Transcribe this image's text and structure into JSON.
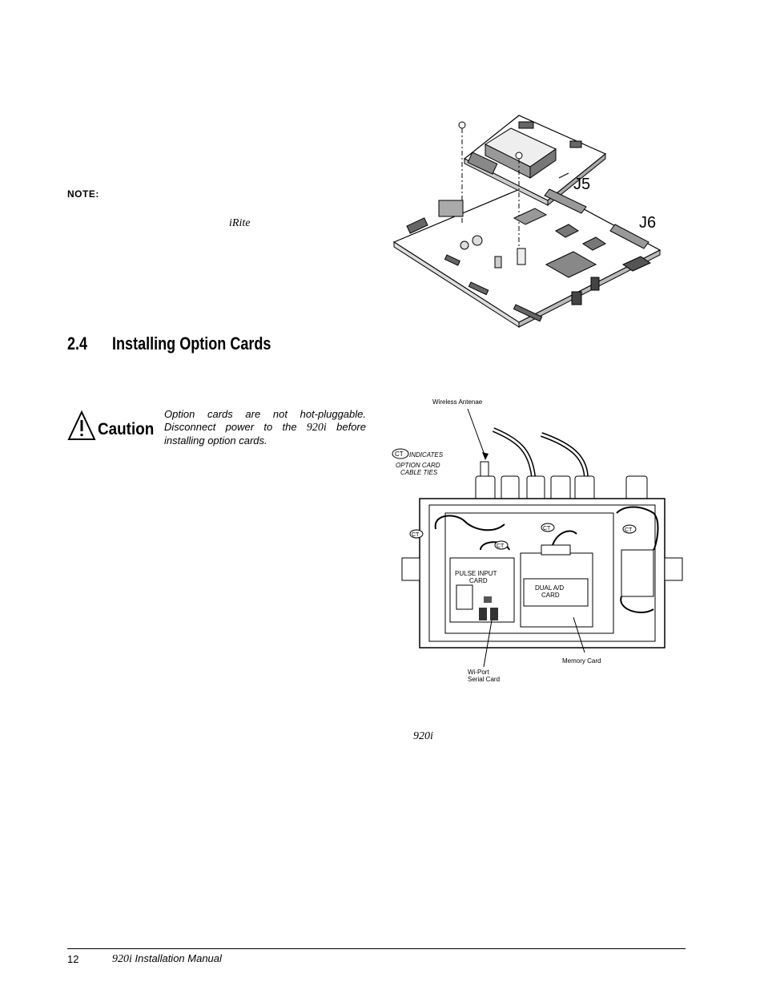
{
  "note": {
    "label": "NOTE:",
    "software_name": "iRite"
  },
  "section": {
    "number": "2.4",
    "title": "Installing Option Cards"
  },
  "caution": {
    "label": "Caution",
    "text_before": "Option cards are not hot-pluggable. Disconnect power to the ",
    "model": "920i",
    "text_after": " before installing option cards."
  },
  "board_figure": {
    "connector_j5": "J5",
    "connector_j6": "J6"
  },
  "enclosure_figure": {
    "wireless_antennae": "Wireless Antenae",
    "ct": "CT",
    "ct_indicates": "INDICATES",
    "ct_legend_line2": "OPTION CARD",
    "ct_legend_line3": "CABLE TIES",
    "pulse_input_line1": "PULSE INPUT",
    "pulse_input_line2": "CARD",
    "dual_ad_line1": "DUAL A/D",
    "dual_ad_line2": "CARD",
    "memory_card": "Memory Card",
    "wiport_line1": "Wi-Port",
    "wiport_line2": "Serial Card"
  },
  "figure_caption": {
    "model": "920i"
  },
  "footer": {
    "page_number": "12",
    "model": "920i",
    "manual_title": " Installation Manual"
  }
}
